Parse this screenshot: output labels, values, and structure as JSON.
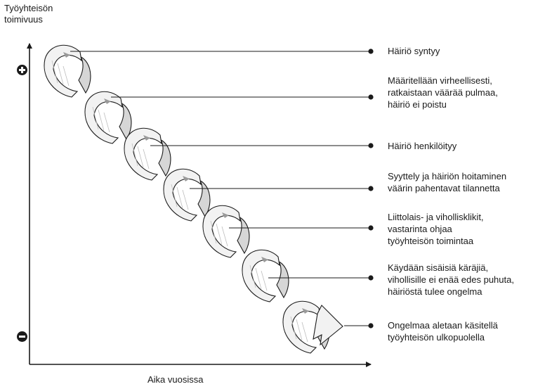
{
  "axes": {
    "y_label_line1": "Työyhteisön",
    "y_label_line2": "toimivuus",
    "x_label": "Aika vuosissa"
  },
  "stages": [
    {
      "lines": [
        "Häiriö syntyy"
      ]
    },
    {
      "lines": [
        "Määritellään virheellisesti,",
        "ratkaistaan väärää pulmaa,",
        "häiriö ei poistu"
      ]
    },
    {
      "lines": [
        "Häiriö henkilöityy"
      ]
    },
    {
      "lines": [
        "Syyttely ja häiriön hoitaminen",
        "väärin pahentavat tilannetta"
      ]
    },
    {
      "lines": [
        "Liittolais- ja vihollisklikit,",
        "vastarinta ohjaa",
        "työyhteisön toimintaa"
      ]
    },
    {
      "lines": [
        "Käydään sisäisiä käräjiä,",
        "vihollisille ei enää edes puhuta,",
        "häiriöstä tulee ongelma"
      ]
    },
    {
      "lines": [
        "Ongelmaa aletaan käsitellä",
        "työyhteisön ulkopuolella"
      ]
    }
  ],
  "colors": {
    "ink": "#1a1a1a",
    "ribbon_fill": "#f2f2f2",
    "ribbon_shade": "#d6d6d6"
  }
}
